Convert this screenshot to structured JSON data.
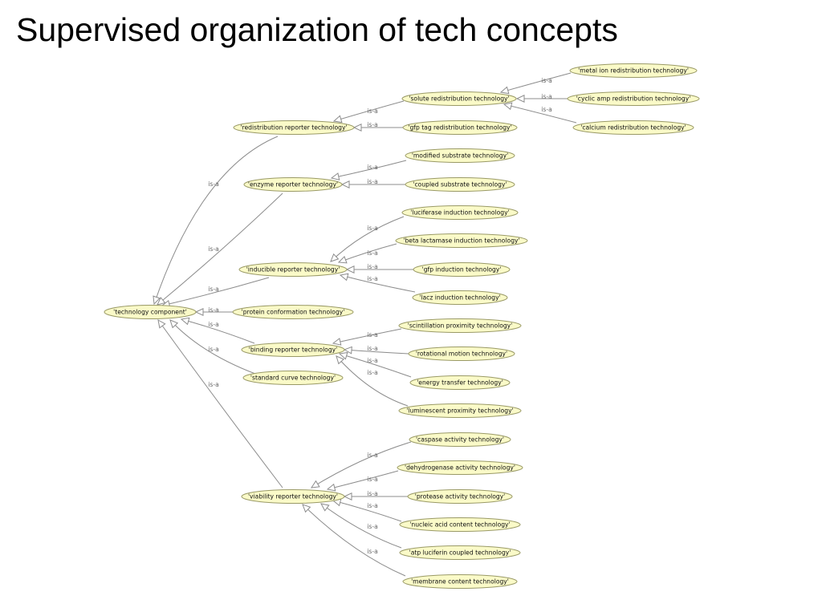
{
  "slide": {
    "title": "Supervised organization of tech concepts"
  },
  "colors": {
    "node_fill": "#fafac8",
    "node_border": "#9a9a66",
    "edge": "#8c8c8c"
  },
  "graph": {
    "nodes": [
      {
        "id": "tc",
        "label": "'technology component'"
      },
      {
        "id": "rrt",
        "label": "'redistribution reporter technology'"
      },
      {
        "id": "srt",
        "label": "'solute redistribution technology'"
      },
      {
        "id": "mir",
        "label": "'metal ion redistribution technology'"
      },
      {
        "id": "car",
        "label": "'cyclic amp redistribution technology'"
      },
      {
        "id": "cal",
        "label": "'calcium redistribution technology'"
      },
      {
        "id": "gtr",
        "label": "'gfp tag redistribution technology'"
      },
      {
        "id": "ert",
        "label": "'enzyme reporter technology'"
      },
      {
        "id": "mst",
        "label": "'modified substrate technology'"
      },
      {
        "id": "cst",
        "label": "'coupled substrate technology'"
      },
      {
        "id": "irt",
        "label": "'inducible reporter technology'"
      },
      {
        "id": "lit",
        "label": "'luciferase induction technology'"
      },
      {
        "id": "blit",
        "label": "'beta lactamase induction technology'"
      },
      {
        "id": "git",
        "label": "'gfp induction technology'"
      },
      {
        "id": "lzit",
        "label": "'lacz induction technology'"
      },
      {
        "id": "pct",
        "label": "'protein conformation technology'"
      },
      {
        "id": "brt",
        "label": "'binding reporter technology'"
      },
      {
        "id": "spt",
        "label": "'scintillation proximity technology'"
      },
      {
        "id": "rmt",
        "label": "'rotational motion technology'"
      },
      {
        "id": "ett",
        "label": "'energy transfer technology'"
      },
      {
        "id": "lpt",
        "label": "'luminescent proximity technology'"
      },
      {
        "id": "sct",
        "label": "'standard curve technology'"
      },
      {
        "id": "vrt",
        "label": "'viability reporter technology'"
      },
      {
        "id": "cat",
        "label": "'caspase activity technology'"
      },
      {
        "id": "dat",
        "label": "'dehydrogenase activity technology'"
      },
      {
        "id": "pat",
        "label": "'protease activity technology'"
      },
      {
        "id": "nact",
        "label": "'nucleic acid content technology'"
      },
      {
        "id": "alct",
        "label": "'atp luciferin coupled technology'"
      },
      {
        "id": "mct",
        "label": "'membrane content technology'"
      }
    ],
    "edges": [
      {
        "from": "rrt",
        "to": "tc",
        "label": "is-a"
      },
      {
        "from": "ert",
        "to": "tc",
        "label": "is-a"
      },
      {
        "from": "irt",
        "to": "tc",
        "label": "is-a"
      },
      {
        "from": "pct",
        "to": "tc",
        "label": "is-a"
      },
      {
        "from": "brt",
        "to": "tc",
        "label": "is-a"
      },
      {
        "from": "sct",
        "to": "tc",
        "label": "is-a"
      },
      {
        "from": "vrt",
        "to": "tc",
        "label": "is-a"
      },
      {
        "from": "srt",
        "to": "rrt",
        "label": "is-a"
      },
      {
        "from": "gtr",
        "to": "rrt",
        "label": "is-a"
      },
      {
        "from": "mir",
        "to": "srt",
        "label": "is-a"
      },
      {
        "from": "car",
        "to": "srt",
        "label": "is-a"
      },
      {
        "from": "cal",
        "to": "srt",
        "label": "is-a"
      },
      {
        "from": "mst",
        "to": "ert",
        "label": "is-a"
      },
      {
        "from": "cst",
        "to": "ert",
        "label": "is-a"
      },
      {
        "from": "lit",
        "to": "irt",
        "label": "is-a"
      },
      {
        "from": "blit",
        "to": "irt",
        "label": "is-a"
      },
      {
        "from": "git",
        "to": "irt",
        "label": "is-a"
      },
      {
        "from": "lzit",
        "to": "irt",
        "label": "is-a"
      },
      {
        "from": "spt",
        "to": "brt",
        "label": "is-a"
      },
      {
        "from": "rmt",
        "to": "brt",
        "label": "is-a"
      },
      {
        "from": "ett",
        "to": "brt",
        "label": "is-a"
      },
      {
        "from": "lpt",
        "to": "brt",
        "label": "is-a"
      },
      {
        "from": "cat",
        "to": "vrt",
        "label": "is-a"
      },
      {
        "from": "dat",
        "to": "vrt",
        "label": "is-a"
      },
      {
        "from": "pat",
        "to": "vrt",
        "label": "is-a"
      },
      {
        "from": "nact",
        "to": "vrt",
        "label": "is-a"
      },
      {
        "from": "alct",
        "to": "vrt",
        "label": "is-a"
      },
      {
        "from": "mct",
        "to": "vrt",
        "label": "is-a"
      }
    ]
  }
}
